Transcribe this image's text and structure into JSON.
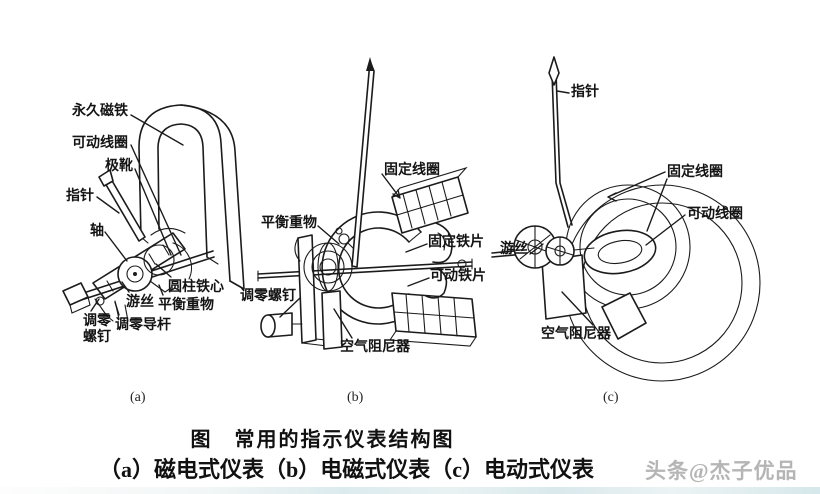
{
  "figure": {
    "caption_title": "图　常用的指示仪表结构图",
    "caption_sub": "（a）磁电式仪表（b）电磁式仪表（c）电动式仪表",
    "watermark": "头条@杰子优品"
  },
  "diagram_a": {
    "tag": "(a)",
    "labels": {
      "permanent_magnet": "永久磁铁",
      "moving_coil": "可动线圈",
      "pole_shoe": "极靴",
      "pointer": "指针",
      "shaft": "轴",
      "cylindrical_iron_core": "圆柱铁心",
      "hairspring": "游丝",
      "balance_weight": "平衡重物",
      "zero_adjust_rod": "调零导杆",
      "zero_adjust_screw": "调零螺钉"
    }
  },
  "diagram_b": {
    "tag": "(b)",
    "labels": {
      "fixed_coil": "固定线圈",
      "balance_weight": "平衡重物",
      "fixed_iron_piece": "固定铁片",
      "moving_iron_piece": "可动铁片",
      "zero_adjust_screw": "调零螺钉",
      "air_damper": "空气阻尼器"
    }
  },
  "diagram_c": {
    "tag": "(c)",
    "labels": {
      "pointer": "指针",
      "fixed_coil": "固定线圈",
      "moving_coil": "可动线圈",
      "hairspring": "游丝",
      "air_damper": "空气阻尼器"
    }
  }
}
